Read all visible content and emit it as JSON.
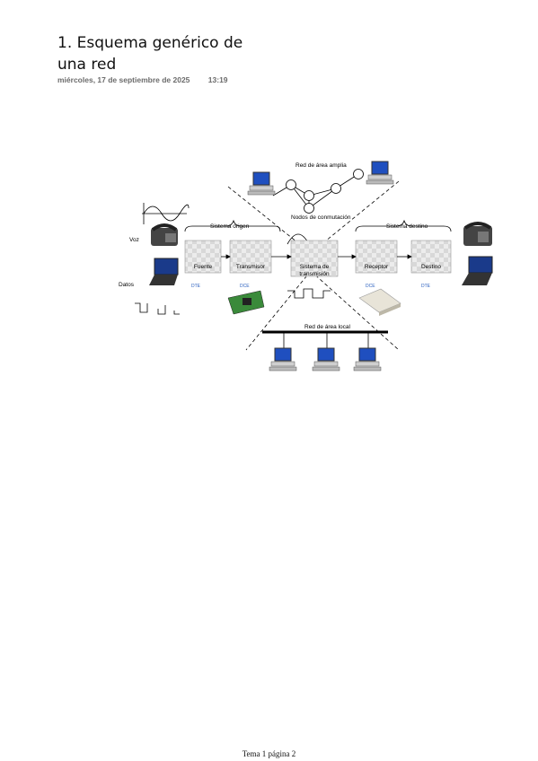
{
  "page": {
    "title": "1. Esquema genérico de una red",
    "date": "miércoles, 17 de septiembre de 2025",
    "time": "13:19",
    "footer": "Tema 1 página 2"
  },
  "diagram": {
    "wan_label": "Red de área amplia",
    "switching_label": "Nodos de conmutación",
    "origin_label": "Sistema origen",
    "dest_label": "Sistema destino",
    "lan_label": "Red de área local",
    "voice_label": "Voz",
    "data_label": "Datos",
    "blocks": {
      "fuente": "Fuente",
      "transmisor": "Transmisor",
      "sistema1": "Sistema de",
      "sistema2": "transmisión",
      "receptor": "Receptor",
      "destino": "Destino"
    },
    "tags": {
      "dte1": "DTE",
      "dce1": "DCE",
      "dce2": "DCE",
      "dte2": "DTE"
    }
  }
}
